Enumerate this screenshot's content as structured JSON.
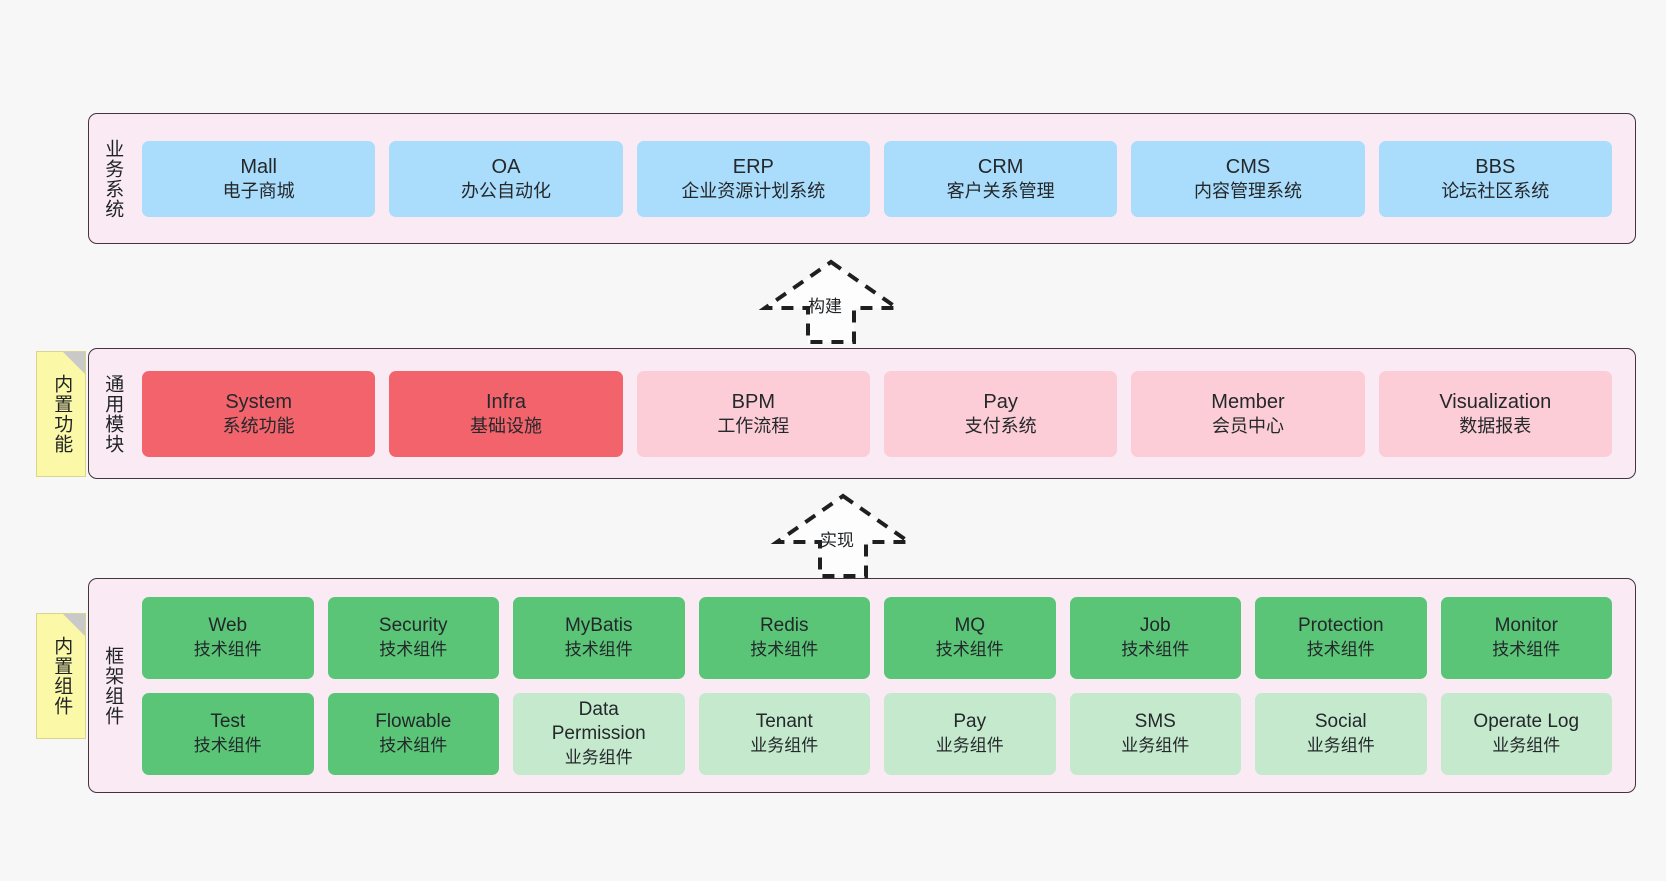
{
  "diagram": {
    "title": "ruoyi-vue-pro architecture layers",
    "background": "#f7f7f7",
    "section_fill": "#f9eaf4",
    "section_border": "#44343c"
  },
  "sections": [
    {
      "id": "business-systems",
      "label": "业务系统",
      "card_color": "#aadcfb",
      "cards": [
        {
          "name": "Mall",
          "desc": "电子商城"
        },
        {
          "name": "OA",
          "desc": "办公自动化"
        },
        {
          "name": "ERP",
          "desc": "企业资源计划系统"
        },
        {
          "name": "CRM",
          "desc": "客户关系管理"
        },
        {
          "name": "CMS",
          "desc": "内容管理系统"
        },
        {
          "name": "BBS",
          "desc": "论坛社区系统"
        }
      ]
    },
    {
      "id": "common-modules",
      "label": "通用模块",
      "note": "内置功能",
      "card_color_primary": "#f3636c",
      "card_color_secondary": "#fccdd6",
      "cards": [
        {
          "name": "System",
          "desc": "系统功能",
          "tone": "primary"
        },
        {
          "name": "Infra",
          "desc": "基础设施",
          "tone": "primary"
        },
        {
          "name": "BPM",
          "desc": "工作流程",
          "tone": "secondary"
        },
        {
          "name": "Pay",
          "desc": "支付系统",
          "tone": "secondary"
        },
        {
          "name": "Member",
          "desc": "会员中心",
          "tone": "secondary"
        },
        {
          "name": "Visualization",
          "desc": "数据报表",
          "tone": "secondary"
        }
      ]
    },
    {
      "id": "framework-components",
      "label": "框架组件",
      "note": "内置组件",
      "card_color_primary": "#5ac477",
      "card_color_secondary": "#c4e9cd",
      "rows": [
        [
          {
            "name": "Web",
            "desc": "技术组件",
            "tone": "primary"
          },
          {
            "name": "Security",
            "desc": "技术组件",
            "tone": "primary"
          },
          {
            "name": "MyBatis",
            "desc": "技术组件",
            "tone": "primary"
          },
          {
            "name": "Redis",
            "desc": "技术组件",
            "tone": "primary"
          },
          {
            "name": "MQ",
            "desc": "技术组件",
            "tone": "primary"
          },
          {
            "name": "Job",
            "desc": "技术组件",
            "tone": "primary"
          },
          {
            "name": "Protection",
            "desc": "技术组件",
            "tone": "primary"
          },
          {
            "name": "Monitor",
            "desc": "技术组件",
            "tone": "primary"
          }
        ],
        [
          {
            "name": "Test",
            "desc": "技术组件",
            "tone": "primary"
          },
          {
            "name": "Flowable",
            "desc": "技术组件",
            "tone": "primary"
          },
          {
            "name": "Data Permission",
            "desc": "业务组件",
            "tone": "secondary"
          },
          {
            "name": "Tenant",
            "desc": "业务组件",
            "tone": "secondary"
          },
          {
            "name": "Pay",
            "desc": "业务组件",
            "tone": "secondary"
          },
          {
            "name": "SMS",
            "desc": "业务组件",
            "tone": "secondary"
          },
          {
            "name": "Social",
            "desc": "业务组件",
            "tone": "secondary"
          },
          {
            "name": "Operate Log",
            "desc": "业务组件",
            "tone": "secondary"
          }
        ]
      ]
    }
  ],
  "connectors": [
    {
      "id": "build",
      "label": "构建",
      "style": "dashed-hollow-triangle-up"
    },
    {
      "id": "implement",
      "label": "实现",
      "style": "dashed-hollow-triangle-up"
    }
  ]
}
